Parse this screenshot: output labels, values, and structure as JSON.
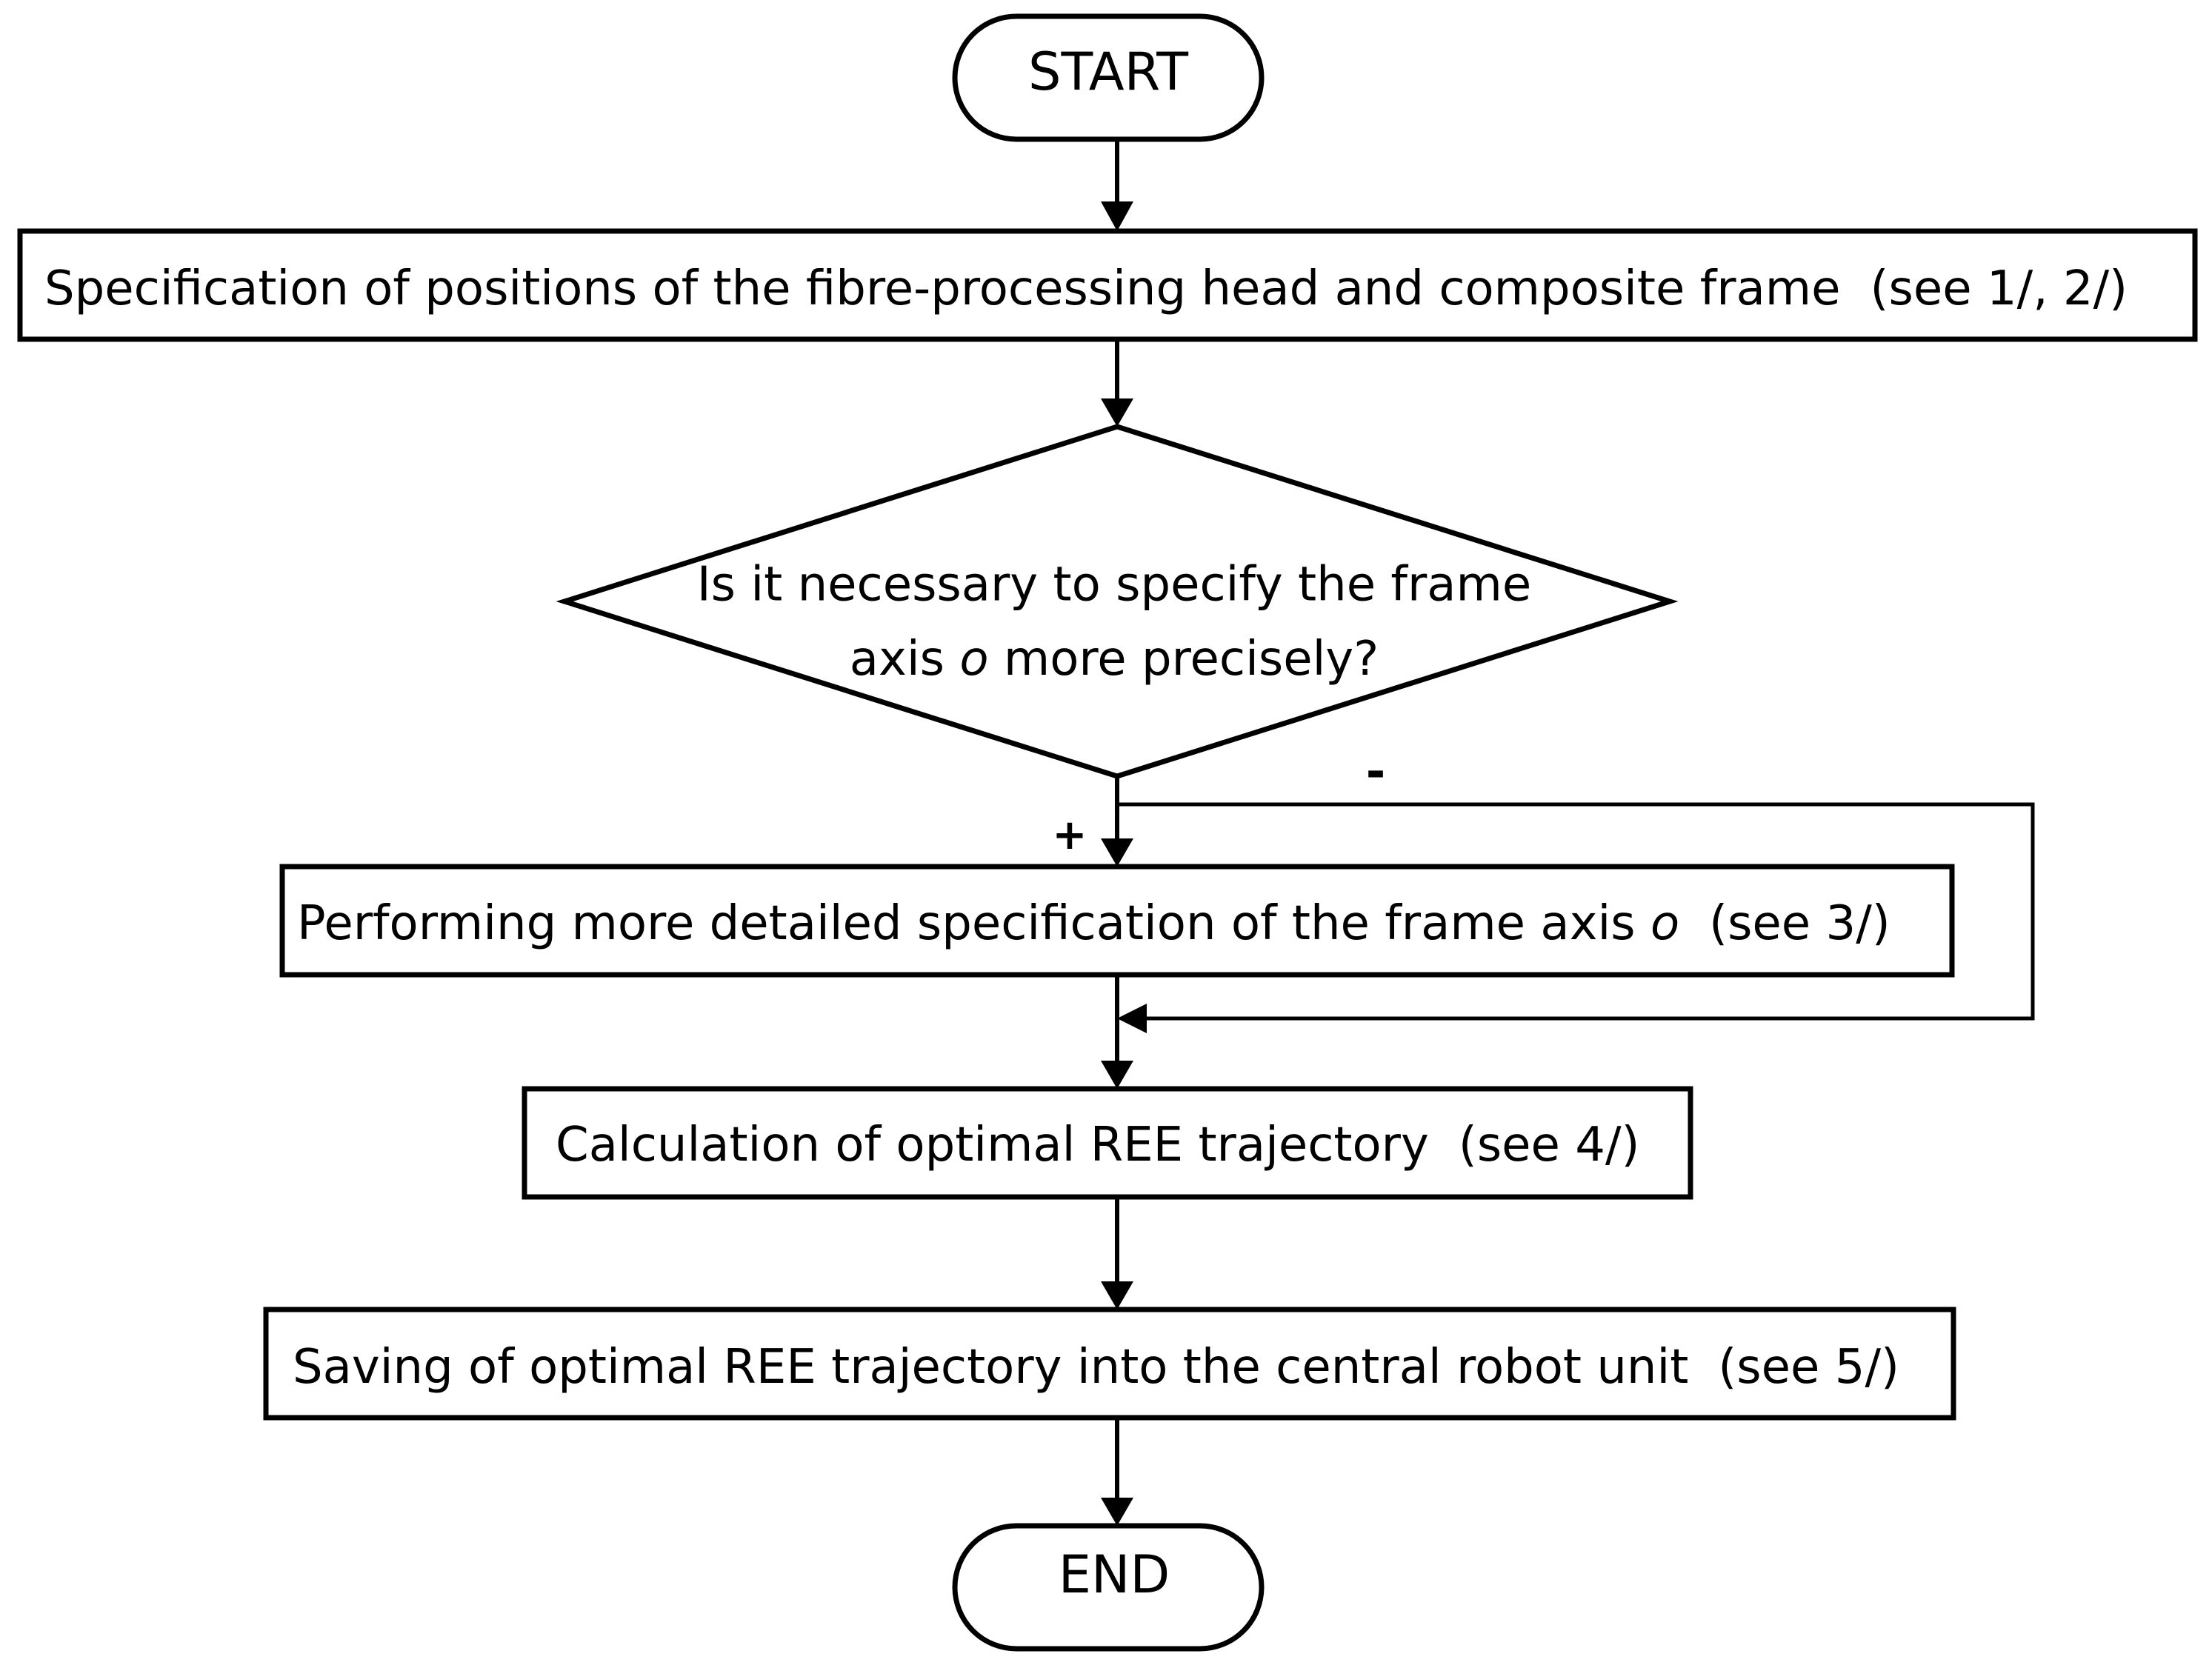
{
  "colors": {
    "stroke": "#000000",
    "background": "#ffffff",
    "text": "#000000"
  },
  "flowchart": {
    "start": {
      "label": "START"
    },
    "step1": {
      "text": "Specification of positions of the fibre-processing head and composite frame",
      "ref": "(see 1/, 2/)"
    },
    "decision": {
      "line1": "Is it necessary to specify the frame",
      "line2_before": "axis ",
      "line2_italic": "o",
      "line2_after": " more precisely?",
      "yes_label": "+",
      "no_label": "-"
    },
    "step2": {
      "text_before": "Performing more detailed specification of the frame axis ",
      "text_italic": "o",
      "ref": "(see 3/)"
    },
    "step3": {
      "text": "Calculation of optimal REE trajectory",
      "ref": "(see 4/)"
    },
    "step4": {
      "text": "Saving of optimal REE trajectory into the central robot unit",
      "ref": "(see 5/)"
    },
    "end": {
      "label": "END"
    }
  }
}
